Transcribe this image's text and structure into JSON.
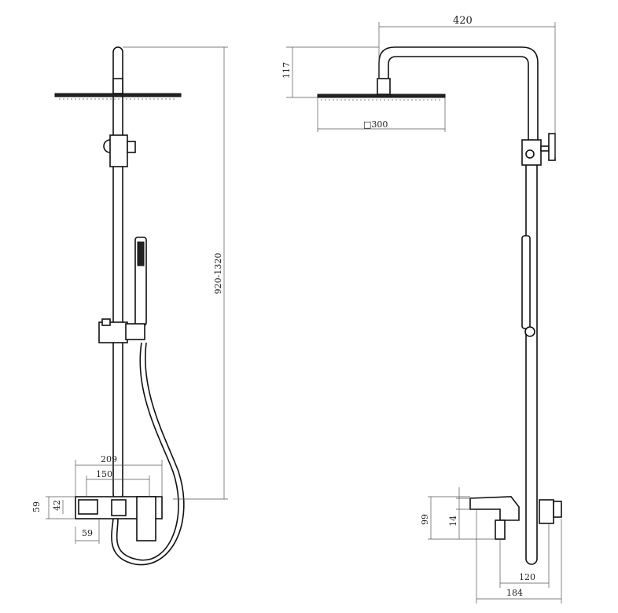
{
  "dimensions": {
    "arm_reach": "420",
    "head_drop": "117",
    "head_size": "□300",
    "height_range": "920-1320",
    "mixer_width_total": "209",
    "mixer_width_inner": "150",
    "mixer_height": "59",
    "mixer_inner_height": "42",
    "mixer_base": "59",
    "side_height": "99",
    "spout_height": "14",
    "spout_depth": "120",
    "side_total_depth": "184"
  }
}
